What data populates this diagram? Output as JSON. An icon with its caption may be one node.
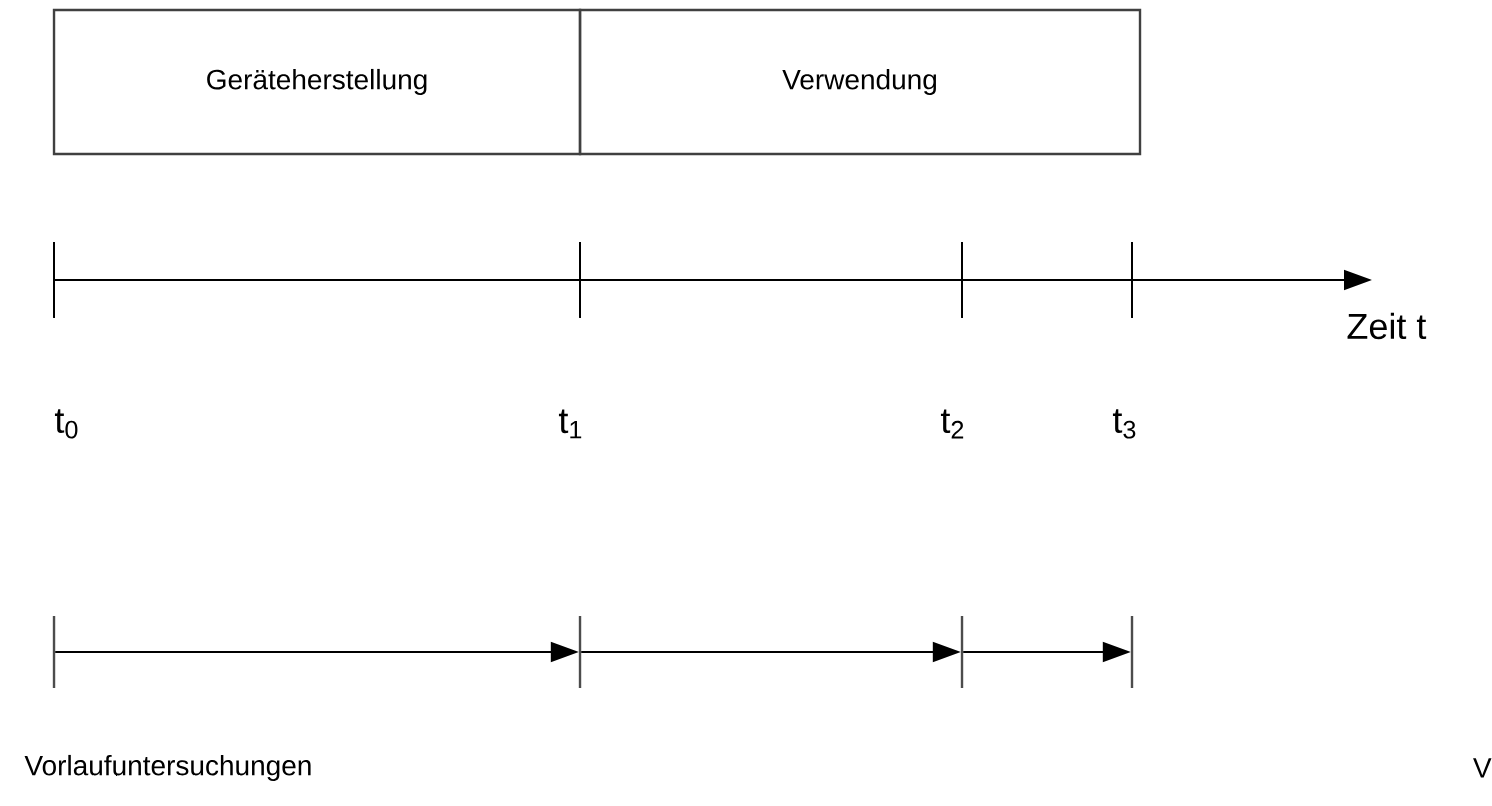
{
  "diagram": {
    "nodes": [
      {
        "text": [
          "Geräteherstellung"
        ]
      },
      {
        "text": [
          "Verwendung"
        ]
      },
      {
        "text": [],
        "shape": "bar"
      },
      {
        "text": [],
        "shape": "bar"
      },
      {
        "text": [],
        "shape": "bar"
      },
      {
        "text": [],
        "shape": "bar"
      }
    ],
    "edges": [
      {
        "from": 2,
        "to": 3,
        "arrow": "to"
      },
      {
        "from": 3,
        "to": 4,
        "arrow": "to"
      },
      {
        "from": 4,
        "to": 5,
        "arrow": "to"
      }
    ],
    "labels": [
      "Zeit t",
      "t$_{0}$",
      "t$_{1}$",
      "t$_{2}$",
      "t$_{3}$",
      "Vorlaufuntersuchungen",
      "V"
    ]
  }
}
